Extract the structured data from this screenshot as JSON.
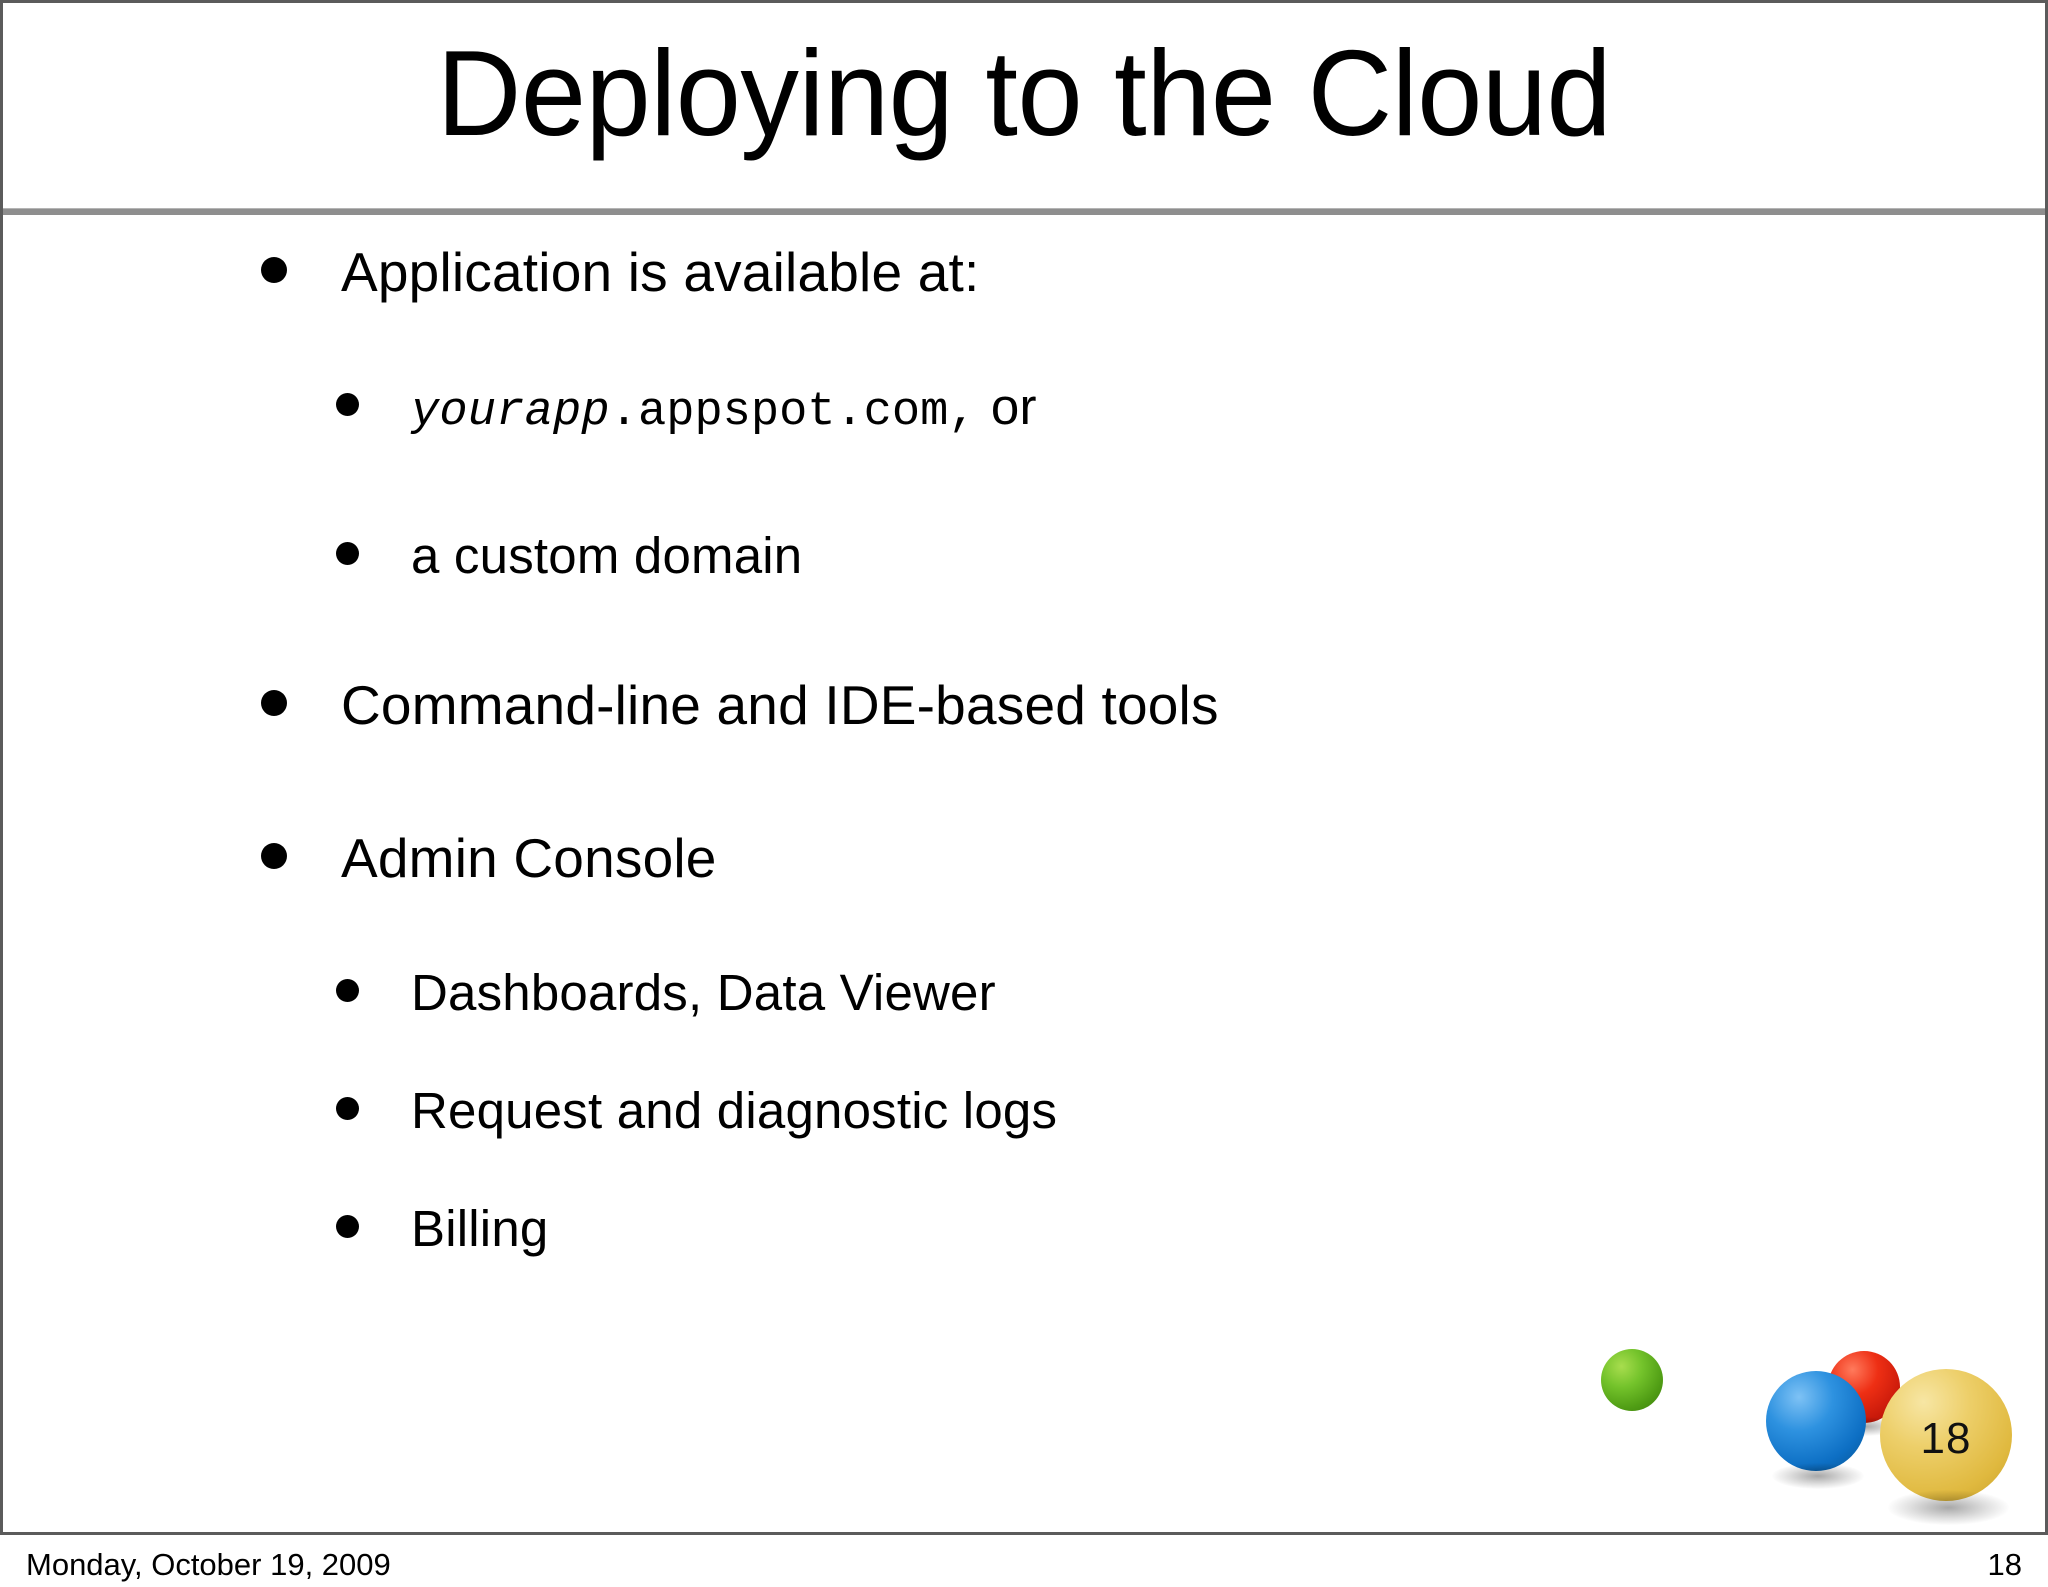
{
  "slide": {
    "title": "Deploying to the Cloud",
    "page_number_badge": "18",
    "divider_color": "#8e8e8e",
    "frame_border_color": "#5b5b5b"
  },
  "bullets": {
    "b1": "Application is available at:",
    "b1_sub1_code_italic": "yourapp",
    "b1_sub1_code_rest": ".appspot.com,",
    "b1_sub1_tail": " or",
    "b1_sub2": "a custom domain",
    "b2": "Command-line and IDE-based tools",
    "b3": "Admin Console",
    "b3_sub1": "Dashboards, Data Viewer",
    "b3_sub2": "Request and diagnostic logs",
    "b3_sub3": "Billing"
  },
  "spheres": [
    {
      "name": "green-sphere",
      "color": "#74c32b"
    },
    {
      "name": "red-sphere",
      "color": "#ee2f14"
    },
    {
      "name": "blue-sphere",
      "color": "#2e92e0"
    },
    {
      "name": "yellow-sphere",
      "color": "#edcf6a",
      "label": "18"
    }
  ],
  "footer": {
    "date": "Monday, October 19, 2009",
    "page": "18"
  }
}
